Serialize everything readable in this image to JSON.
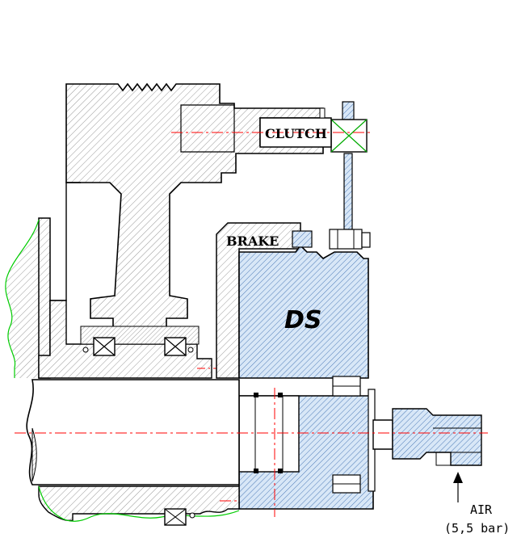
{
  "labels": {
    "clutch": "CLUTCH",
    "brake": "BRAKE",
    "ds": "DS",
    "air_line1": "AIR",
    "air_line2": "(5,5 bar)"
  },
  "colors": {
    "line": "#000000",
    "hatch_grey": "#9a9a9a",
    "blue_fill": "#cfe2f3",
    "blue_hatch": "#3d6fb0",
    "centerline": "#ff0000",
    "break_line": "#00cc00",
    "background": "#ffffff"
  }
}
